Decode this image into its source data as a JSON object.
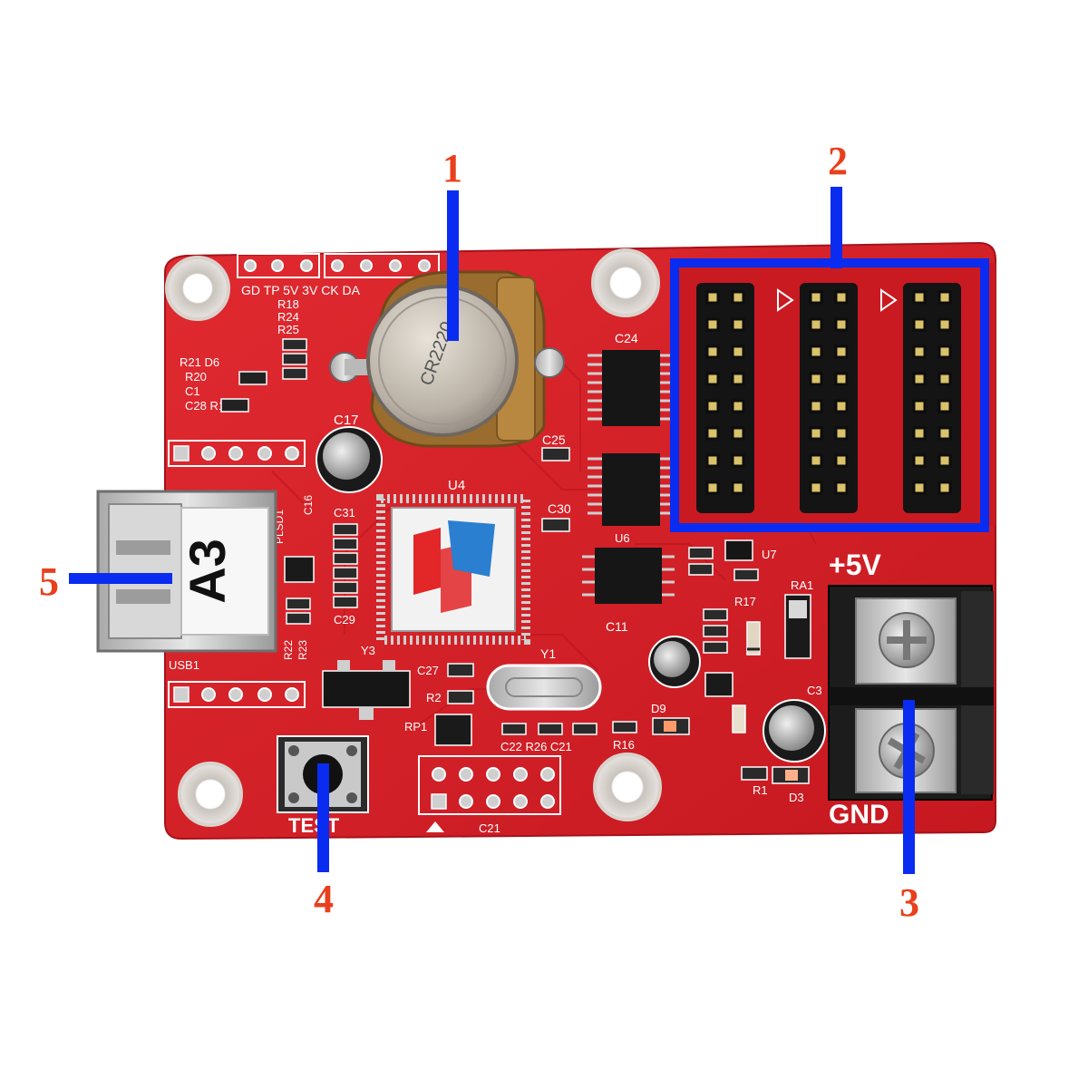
{
  "colors": {
    "board": "#d8202a",
    "board_dark": "#b3141c",
    "callout_number": "#e8401c",
    "callout_line": "#0a2cf0",
    "silkscreen": "#ffffff"
  },
  "callouts": {
    "c1": "1",
    "c2": "2",
    "c3": "3",
    "c4": "4",
    "c5": "5"
  },
  "board_labels": {
    "power_plus": "+5V",
    "power_gnd": "GND",
    "test": "TEST",
    "usb_sticker": "A3",
    "usb_ref": "USB1",
    "mcu_ref": "U4",
    "cap_c17": "C17",
    "ic_u6": "U6",
    "ic_u7": "U7",
    "crystal_y1": "Y1",
    "crystal_y3": "Y3",
    "cap_c11": "C11",
    "cap_c24": "C24",
    "cap_c25": "C25",
    "cap_c30": "C30",
    "cap_c27": "C27",
    "cap_c29": "C29",
    "cap_c31": "C31",
    "cap_c16": "C16",
    "res_r2": "R2",
    "res_rp1": "RP1",
    "bottom_row": "C22 R26 C21",
    "res_r16": "R16",
    "led_d9": "D9",
    "led_d3": "D3",
    "res_r1": "R1",
    "res_ra1": "RA1",
    "cap_c3": "C3",
    "header_c21": "C21",
    "pin_row_top": "GD  TP  5V  3V  CK  DA",
    "left_refs": [
      "R21 D6",
      "R20",
      "C1",
      "C28  R14"
    ],
    "r_stack": [
      "R18",
      "R24",
      "R25"
    ],
    "plsd": "PLSD1",
    "res_r22": "R22",
    "res_r23": "R23",
    "res_r17": "R17",
    "battery_print": "CR2220"
  }
}
